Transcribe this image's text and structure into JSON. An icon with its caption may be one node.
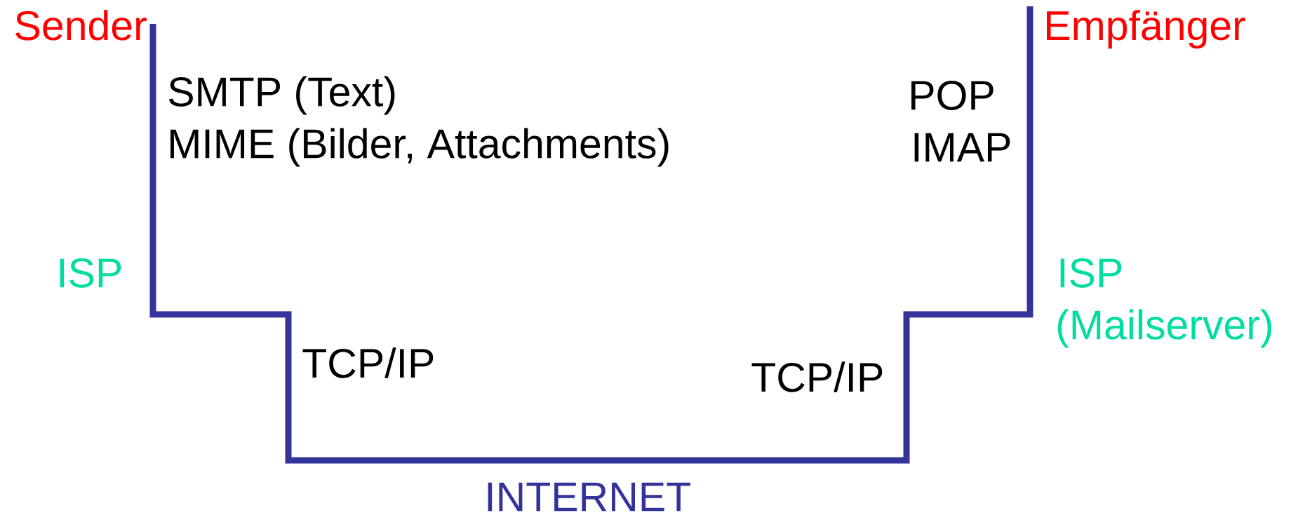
{
  "diagram": {
    "nodes": [
      {
        "text": [
          "Sender"
        ]
      },
      {
        "text": [
          "Empfänger"
        ]
      }
    ],
    "edges": [
      {
        "from": 0,
        "to": 1,
        "arrow": "none"
      }
    ],
    "labels": [
      "SMTP (Text)",
      "MIME (Bilder, Attachments)",
      "POP",
      "IMAP",
      "ISP",
      "ISP",
      "(Mailserver)",
      "TCP/IP",
      "TCP/IP",
      "INTERNET"
    ]
  }
}
